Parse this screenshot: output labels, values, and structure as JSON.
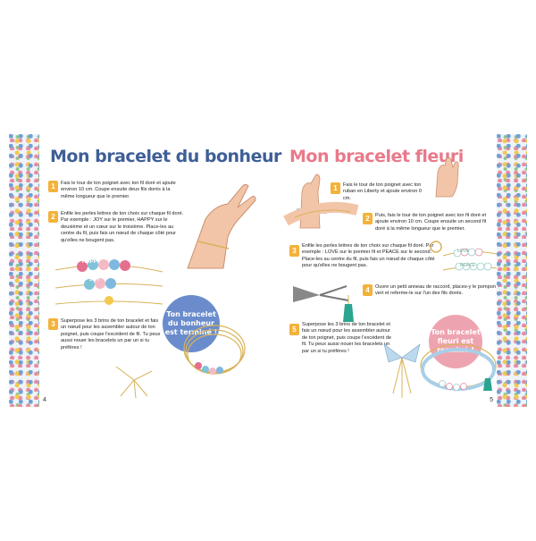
{
  "left_page": {
    "title": "Mon bracelet du bonheur",
    "page_number": "4",
    "steps": [
      {
        "num": "1",
        "text": "Fais le tour de ton poignet avec ton fil doré et ajoute environ 10 cm. Coupe ensuite deux fils dorés à la même longueur que le premier."
      },
      {
        "num": "2",
        "text": "Enfile les perles lettres de ton choix sur chaque fil doré. Par exemple : JOY sur le premier, HAPPY sur le deuxième et un cœur sur le troisième. Place-les au centre du fil, puis fais un nœud de chaque côté pour qu'elles ne bougent pas."
      },
      {
        "num": "3",
        "text": "Superpose les 3 brins de ton bracelet et fais un nœud pour les assembler autour de ton poignet, puis coupe l'excédent de fil. Tu peux aussi nouer les bracelets un par un si tu préfères !"
      }
    ],
    "bubble": "Ton bracelet du bonheur est terminé !",
    "bead_words": [
      "HAPPY",
      "JOY"
    ]
  },
  "right_page": {
    "title": "Mon bracelet fleuri",
    "page_number": "5",
    "steps": [
      {
        "num": "1",
        "text": "Fais le tour de ton poignet avec ton ruban en Liberty et ajoute environ 0 cm."
      },
      {
        "num": "2",
        "text": "Puis, fais le tour de ton poignet avec ton fil doré et ajoute environ 10 cm. Coupe ensuite un second fil doré à la même longueur que le premier."
      },
      {
        "num": "3",
        "text": "Enfile les perles lettres de ton choix sur chaque fil doré. Par exemple : LOVE sur le premier fil et PEACE sur le second. Place-les au centre du fil, puis fais un nœud de chaque côté pour qu'elles ne bougent pas."
      },
      {
        "num": "4",
        "text": "Ouvre un petit anneau de raccord, places-y le pompon vert et referme-le sur l'un des fils dorés."
      },
      {
        "num": "5",
        "text": "Superpose les 3 brins de ton bracelet et fais un nœud pour les assembler autour de ton poignet, puis coupe l'excédent de fil. Tu peux aussi nouer les bracelets un par un si tu préfères !"
      }
    ],
    "bubble": "Ton bracelet fleuri est terminé !",
    "bead_words": [
      "LOVE",
      "PEACE"
    ]
  },
  "colors": {
    "accent_blue": "#3e5f97",
    "accent_pink": "#e9798a",
    "number_badge": "#f3b23a",
    "gold": "#d8b35a"
  }
}
